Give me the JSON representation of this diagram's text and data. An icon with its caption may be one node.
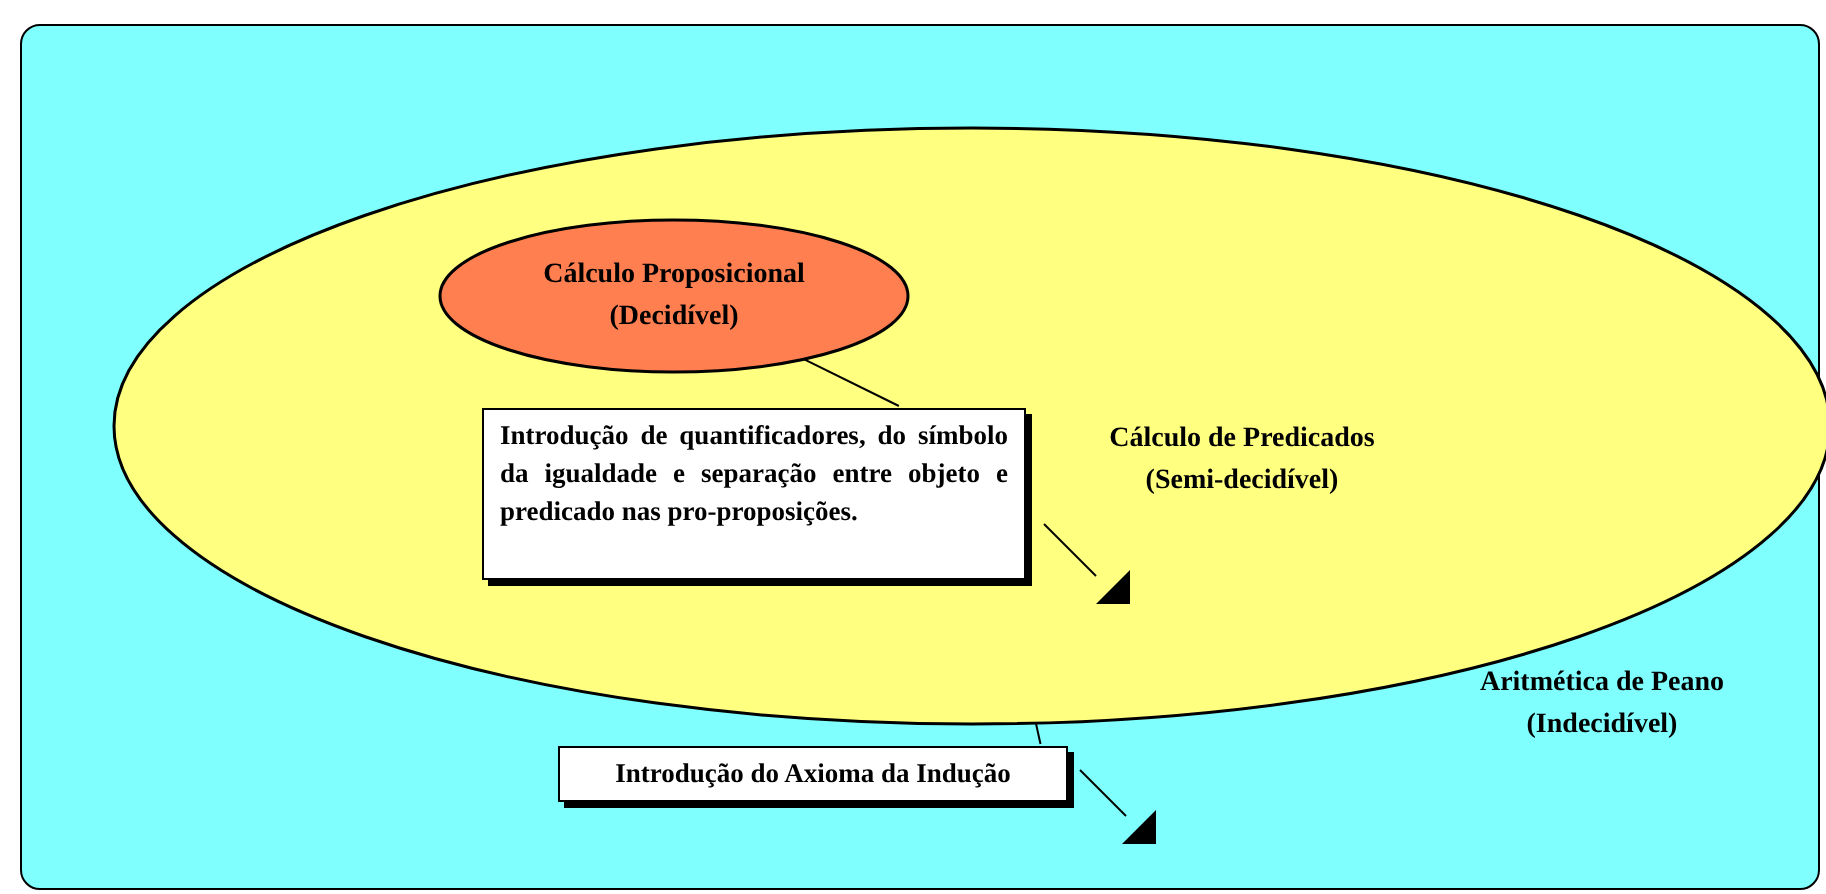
{
  "diagram": {
    "nodes": [
      {
        "text": [
          "Aritmética de Peano (Indecidível)"
        ]
      },
      {
        "text": [
          "Cálculo de Predicados (Semi-decidível)"
        ],
        "in": 0
      },
      {
        "text": [
          "Cálculo Proposicional (Decidível)"
        ],
        "in": 1
      },
      {
        "text": [
          "Introdução de quantificadores, do símbolo da igualdade e separação entre objeto e predicado nas pro-proposições."
        ],
        "in": 1
      },
      {
        "text": [
          "Introdução do Axioma da Indução"
        ],
        "in": 0
      }
    ],
    "edges": [
      {
        "from": 3,
        "to": 2,
        "arrow": "none"
      },
      {
        "from": 4,
        "to": 1,
        "arrow": "none"
      }
    ]
  }
}
